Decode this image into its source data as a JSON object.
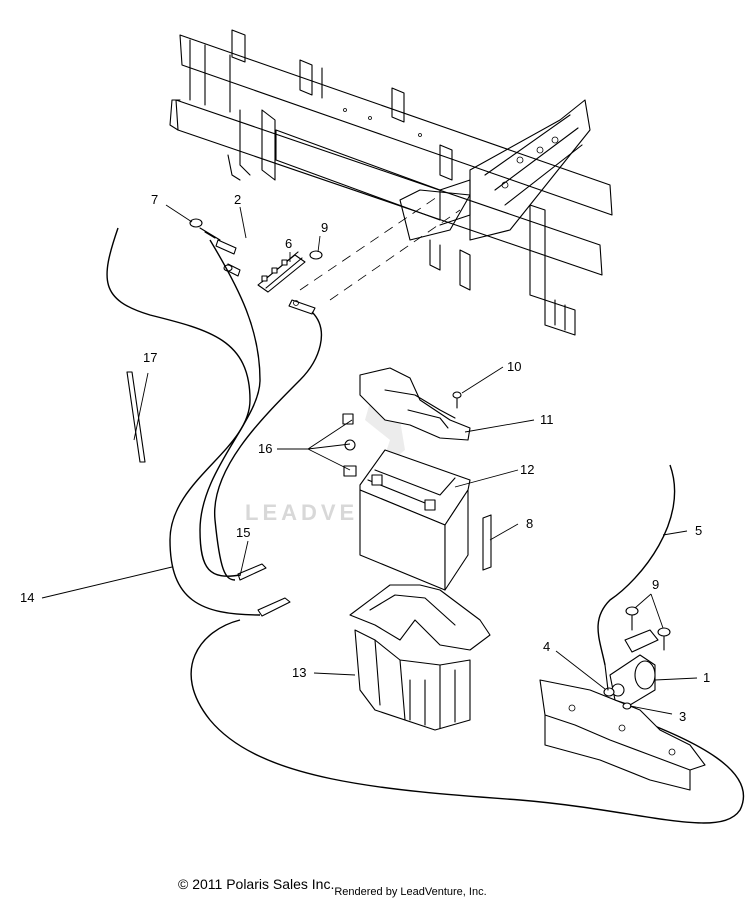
{
  "diagram": {
    "watermark": "LEADVENTURE",
    "callouts": [
      "1",
      "2",
      "3",
      "4",
      "5",
      "6",
      "7",
      "8",
      "9",
      "9",
      "10",
      "11",
      "12",
      "13",
      "14",
      "15",
      "16",
      "17"
    ]
  },
  "footer": {
    "copyright": "© 2011 Polaris Sales Inc.",
    "rendered_by": "Rendered by LeadVenture, Inc."
  }
}
